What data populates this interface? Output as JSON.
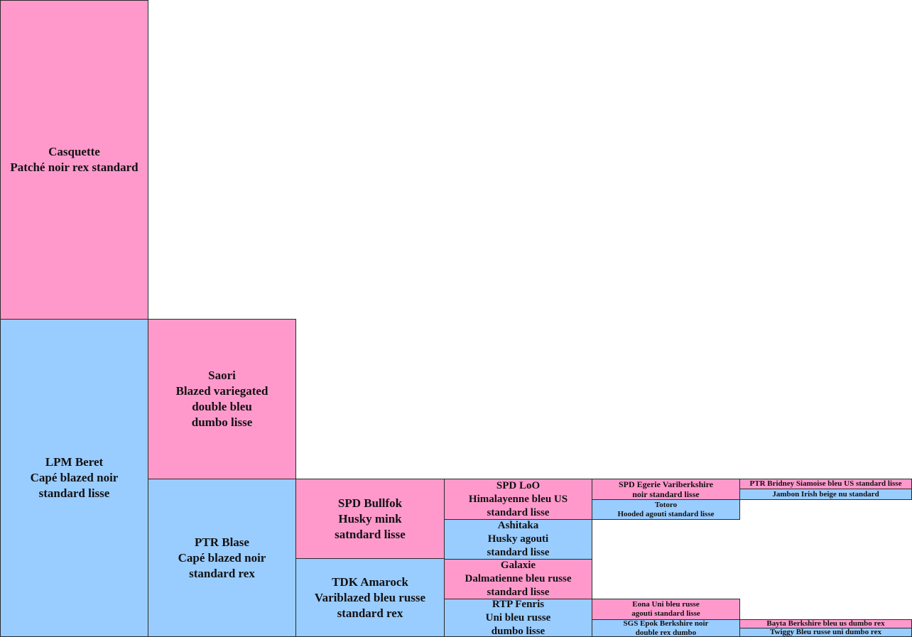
{
  "colors": {
    "female": "#ff99cc",
    "male": "#99ccff"
  },
  "nodes": {
    "casquette": {
      "name": "Casquette",
      "desc": "Patché noir rex standard"
    },
    "beret": {
      "name": "LPM Beret",
      "desc": "Capé blazed noir\nstandard lisse"
    },
    "saori": {
      "name": "Saori",
      "desc": "Blazed variegated\ndouble bleu\ndumbo lisse"
    },
    "blase": {
      "name": "PTR Blase",
      "desc": "Capé blazed noir\nstandard rex"
    },
    "bullfok": {
      "name": "SPD Bullfok",
      "desc": "Husky mink\nsatndard lisse"
    },
    "amarock": {
      "name": "TDK Amarock",
      "desc": "Variblazed bleu russe\nstandard rex"
    },
    "loo": {
      "name": "SPD LoO",
      "desc": "Himalayenne bleu US\nstandard lisse"
    },
    "ashitaka": {
      "name": "Ashitaka",
      "desc": "Husky agouti\nstandard lisse"
    },
    "galaxie": {
      "name": "Galaxie",
      "desc": "Dalmatienne bleu russe\nstandard lisse"
    },
    "fenris": {
      "name": "RTP Fenris",
      "desc": "Uni bleu russe\ndumbo lisse"
    },
    "egerie": {
      "text": "SPD Egerie Variberkshire\nnoir standard lisse"
    },
    "totoro": {
      "text": "Totoro\nHooded agouti standard lisse"
    },
    "eona": {
      "text": "Eona Uni bleu russe\nagouti standard lisse"
    },
    "epok": {
      "text": "SGS Epok Berkshire noir\ndouble rex dumbo"
    },
    "bridney": {
      "text": "PTR Bridney Siamoise bleu US standard lisse"
    },
    "jambon": {
      "text": "Jambon Irish beige nu standard"
    },
    "bayta": {
      "text": "Bayta Berkshire bleu us dumbo rex"
    },
    "twiggy": {
      "text": "Twiggy Bleu russe uni dumbo rex"
    }
  }
}
